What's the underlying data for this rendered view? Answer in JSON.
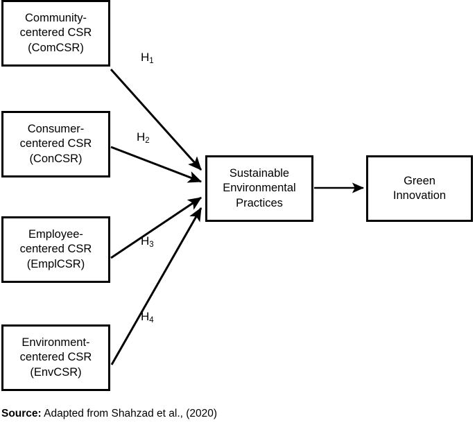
{
  "diagram": {
    "type": "conceptual-framework",
    "nodes": [
      {
        "id": "com",
        "label": "Community-\ncentered CSR\n(ComCSR)"
      },
      {
        "id": "con",
        "label": "Consumer-\ncentered CSR\n(ConCSR)"
      },
      {
        "id": "empl",
        "label": "Employee-\ncentered CSR\n(EmplCSR)"
      },
      {
        "id": "env",
        "label": "Environment-\ncentered CSR\n(EnvCSR)"
      },
      {
        "id": "sep",
        "label": "Sustainable\nEnvironmental\nPractices"
      },
      {
        "id": "gi",
        "label": "Green\nInnovation"
      }
    ],
    "hypotheses": [
      {
        "id": "h1",
        "base": "H",
        "sub": "1",
        "from": "com",
        "to": "sep"
      },
      {
        "id": "h2",
        "base": "H",
        "sub": "2",
        "from": "con",
        "to": "sep"
      },
      {
        "id": "h3",
        "base": "H",
        "sub": "3",
        "from": "empl",
        "to": "sep"
      },
      {
        "id": "h4",
        "base": "H",
        "sub": "4",
        "from": "env",
        "to": "sep"
      }
    ],
    "unlabeled_links": [
      {
        "from": "sep",
        "to": "gi"
      }
    ],
    "colors": {
      "stroke": "#000000",
      "fill": "#ffffff",
      "text": "#000000"
    }
  },
  "source": {
    "prefix": "Source:",
    "text": " Adapted from Shahzad et al., (2020)"
  }
}
